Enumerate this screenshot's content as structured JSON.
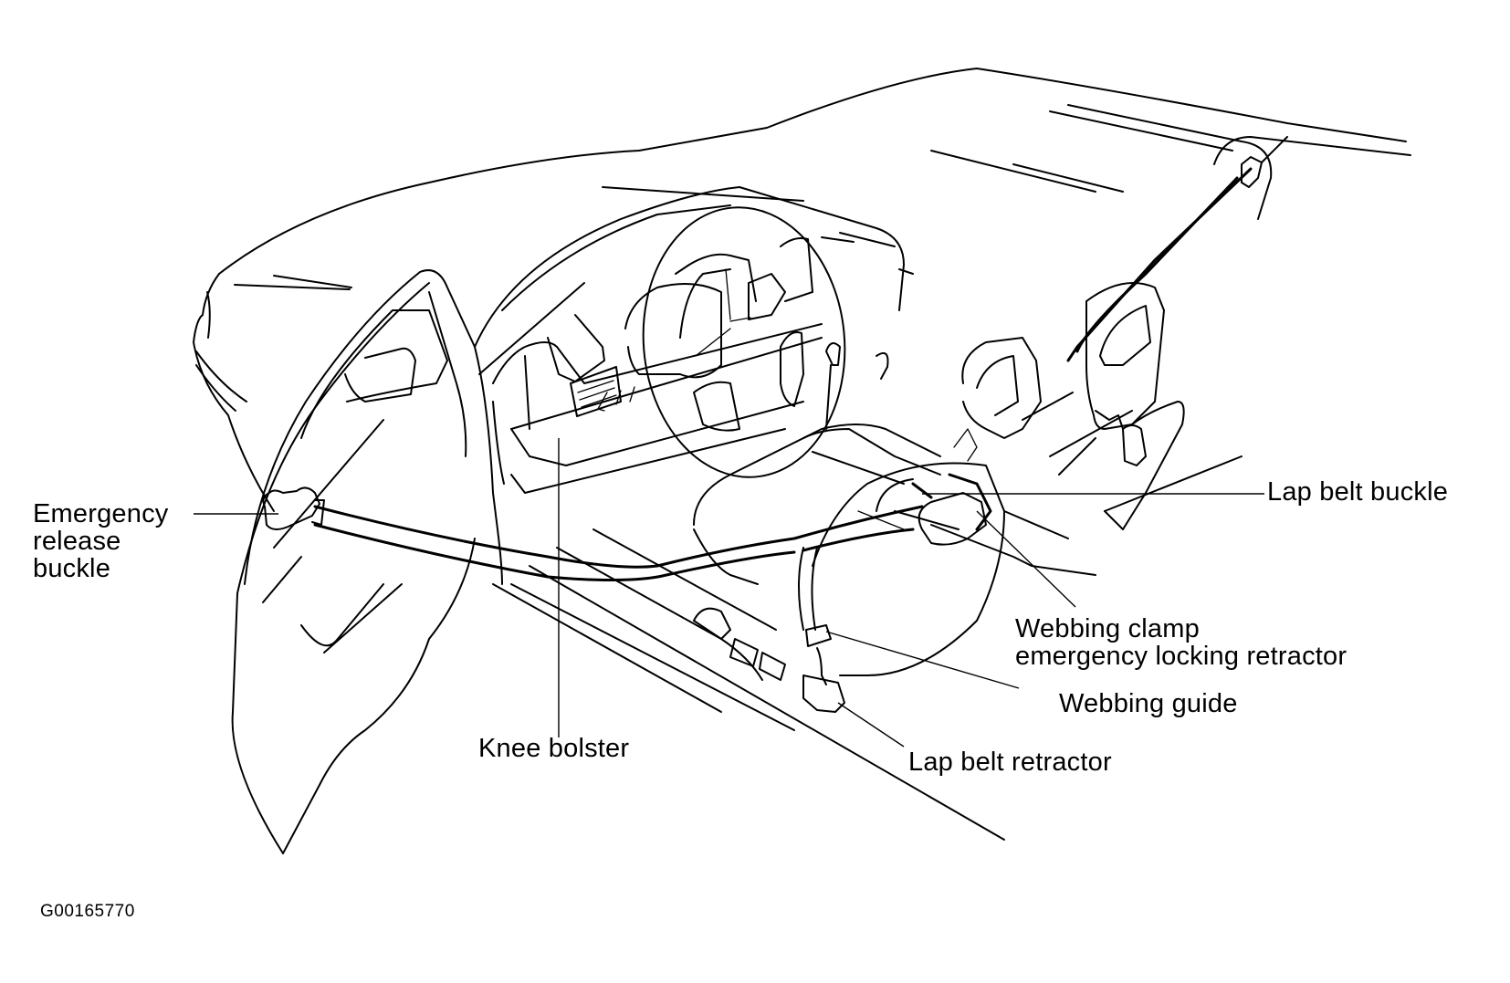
{
  "figure": {
    "subject": "Vehicle interior, driver side, passive seat belt system",
    "figure_id": "G00165770",
    "colors": {
      "line": "#000000",
      "background": "#ffffff"
    }
  },
  "callouts": {
    "emergency_release_buckle": [
      "Emergency",
      "release",
      "buckle"
    ],
    "knee_bolster": "Knee bolster",
    "lap_belt_buckle": "Lap belt buckle",
    "webbing_clamp": [
      "Webbing clamp",
      "emergency locking retractor"
    ],
    "webbing_guide": "Webbing guide",
    "lap_belt_retractor": "Lap belt retractor"
  }
}
